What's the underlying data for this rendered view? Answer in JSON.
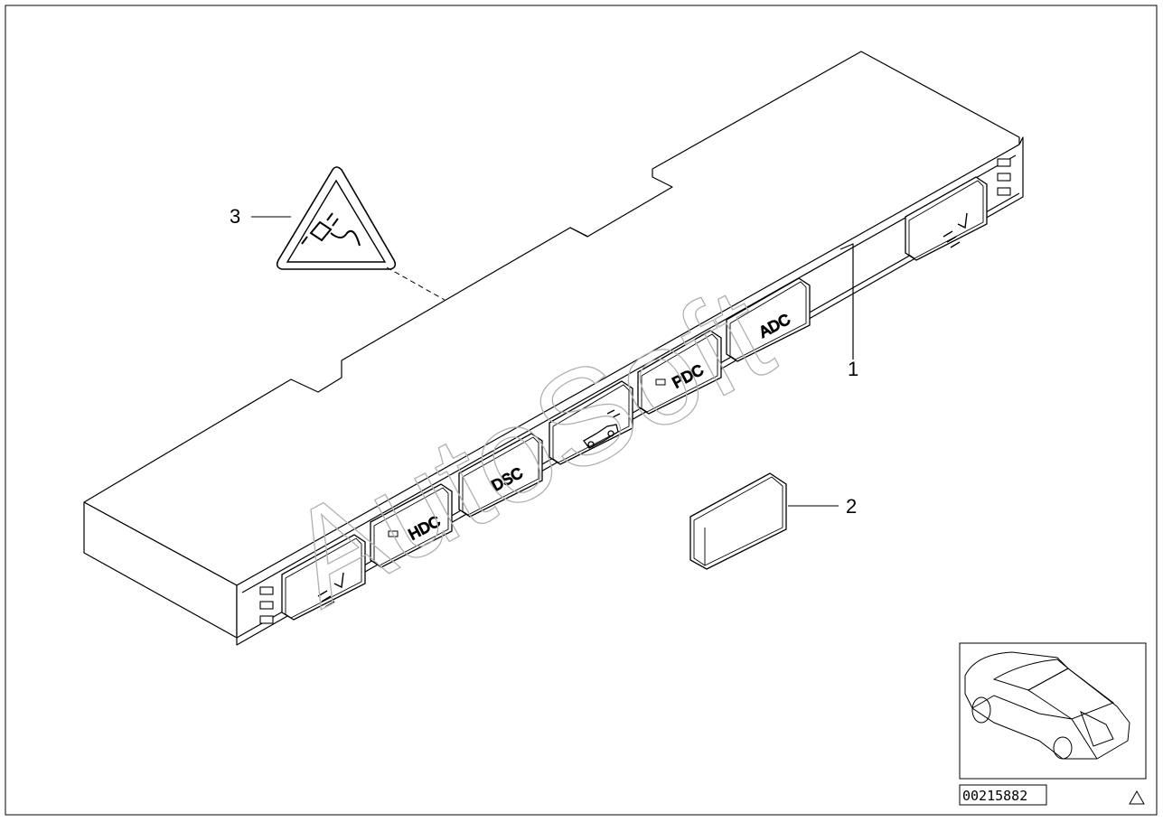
{
  "callouts": [
    {
      "number": "1"
    },
    {
      "number": "2"
    },
    {
      "number": "3"
    }
  ],
  "buttons": {
    "hdc": "HDC",
    "dsc": "DSC",
    "pdc": "PDC",
    "adc": "ADC"
  },
  "watermark": "AutoSoft",
  "diagram_id": "00215882"
}
